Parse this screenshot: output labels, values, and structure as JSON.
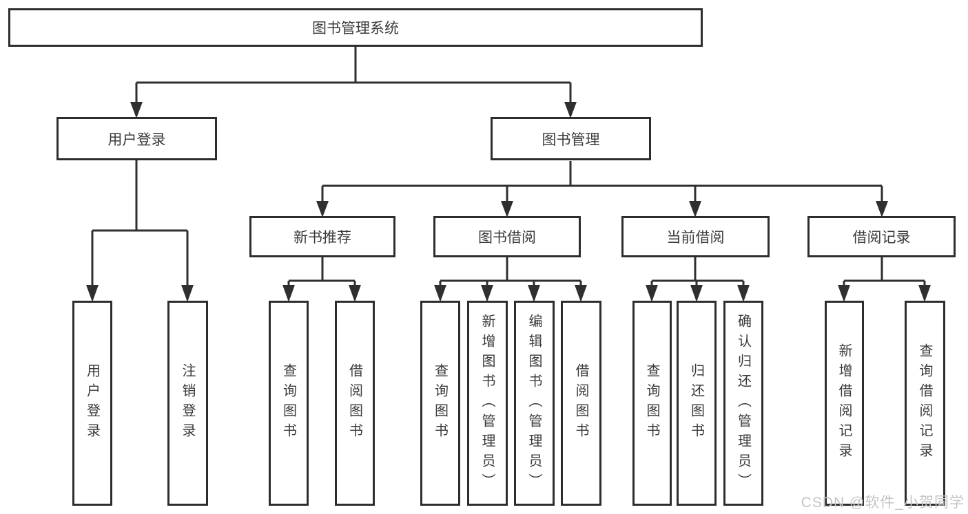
{
  "page": {
    "background": "#ffffff"
  },
  "colors": {
    "line": "#2f2f2f",
    "box_border": "#2d2d2d",
    "box_fill": "#ffffff",
    "text": "#3a3a3a",
    "watermark": "#c4c4c4"
  },
  "diagram_type": "hierarchy-tree",
  "tree": {
    "root": {
      "label": "图书管理系统",
      "children": [
        {
          "label": "用户登录",
          "children": [
            {
              "label": "用户登录"
            },
            {
              "label": "注销登录"
            }
          ]
        },
        {
          "label": "图书管理",
          "children": [
            {
              "label": "新书推荐",
              "children": [
                {
                  "label": "查询图书"
                },
                {
                  "label": "借阅图书"
                }
              ]
            },
            {
              "label": "图书借阅",
              "children": [
                {
                  "label": "查询图书"
                },
                {
                  "label": "新增图书（管理员）"
                },
                {
                  "label": "编辑图书（管理员）"
                },
                {
                  "label": "借阅图书"
                }
              ]
            },
            {
              "label": "当前借阅",
              "children": [
                {
                  "label": "查询图书"
                },
                {
                  "label": "归还图书"
                },
                {
                  "label": "确认归还（管理员）"
                }
              ]
            },
            {
              "label": "借阅记录",
              "children": [
                {
                  "label": "新增借阅记录"
                },
                {
                  "label": "查询借阅记录"
                }
              ]
            }
          ]
        }
      ]
    }
  },
  "watermark": {
    "text": "CSDN @软件_小贺同学"
  }
}
